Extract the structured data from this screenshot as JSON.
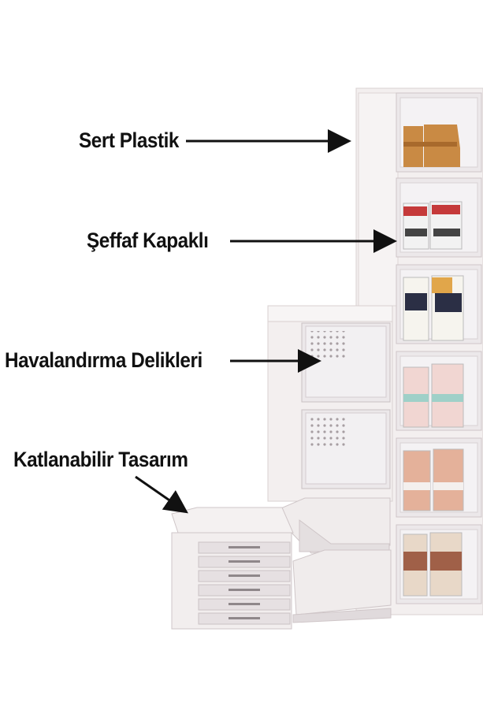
{
  "annotations": [
    {
      "id": "hard-plastic",
      "text": "Sert Plastik"
    },
    {
      "id": "transparent-lid",
      "text": "Şeffaf Kapaklı"
    },
    {
      "id": "ventilation-holes",
      "text": "Havalandırma Delikleri"
    },
    {
      "id": "foldable-design",
      "text": "Katlanabilir Tasarım"
    }
  ],
  "colors": {
    "background": "#ffffff",
    "text": "#111111",
    "arrow": "#111111",
    "cabinet": "#f4f1f1",
    "cabinet_edge": "#d9d2d2",
    "door_glass": "#e9e6e8"
  }
}
